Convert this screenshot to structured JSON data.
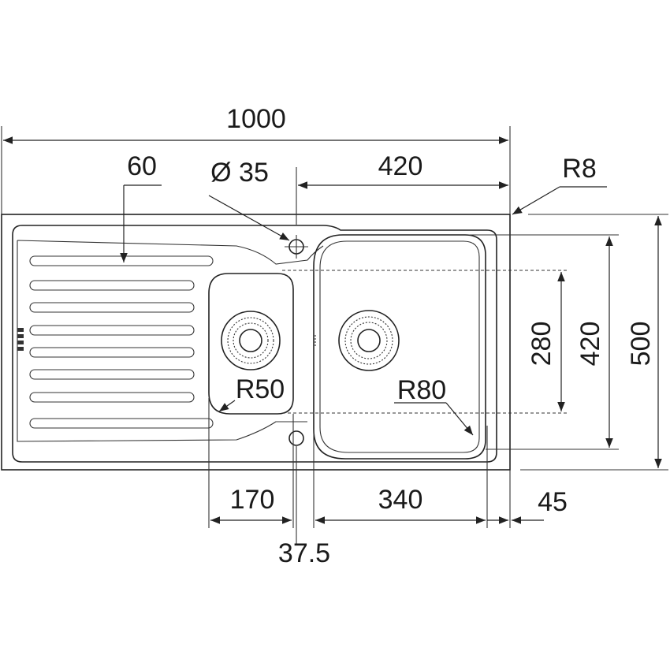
{
  "drawing": {
    "overall_width": "1000",
    "drainer_offset": "60",
    "tap_hole_diameter": "Ø 35",
    "main_bowl_offset": "420",
    "corner_radius": "R8",
    "bowl_depth": "280",
    "main_bowl_length": "420",
    "overall_depth": "500",
    "small_bowl_radius": "R50",
    "main_bowl_radius": "R80",
    "small_bowl_width": "170",
    "main_bowl_width": "340",
    "edge_offset": "45",
    "tap_offset": "37.5"
  }
}
